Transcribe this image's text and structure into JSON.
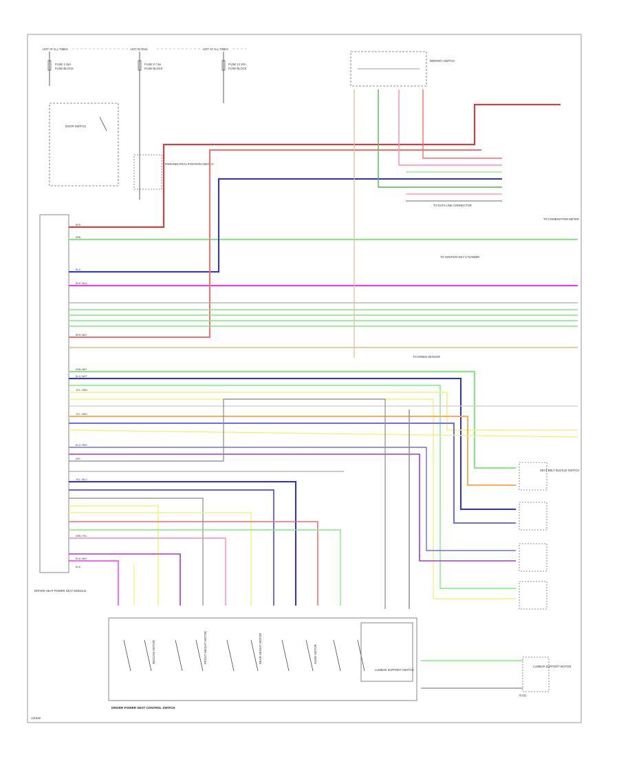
{
  "power": {
    "hot_at_all_times": "HOT AT ALL TIMES",
    "hot_in_run": "HOT IN RUN",
    "hot_at_all_times_2": "HOT AT ALL TIMES"
  },
  "fuses": [
    {
      "label": "FUSE 3 15A",
      "loc": "FUSE BLOCK"
    },
    {
      "label": "FUSE 9 7.5A",
      "loc": "FUSE BLOCK"
    },
    {
      "label": "FUSE 14 20A",
      "loc": "FUSE BLOCK"
    }
  ],
  "labels": {
    "memory_seat_module": "DRIVER SEAT POWER SEAT MODULE",
    "seat_control_switch": "DRIVER POWER SEAT CONTROL SWITCH",
    "lumbar_switch": "LUMBAR SUPPORT SWITCH",
    "lumbar_motor": "LUMBAR SUPPORT MOTOR",
    "seat_belt_switch": "SEAT BELT BUCKLE SWITCH",
    "recline_motor": "RECLINE MOTOR",
    "front_height_motor": "FRONT HEIGHT MOTOR",
    "rear_height_motor": "REAR HEIGHT MOTOR",
    "slide_motor": "SLIDE MOTOR",
    "memory_switch": "MEMORY SWITCH",
    "door_switch": "DOOR SWITCH",
    "park_switch": "PARK/NEUTRAL POSITION SWITCH",
    "junction_1": "TO COMBINATION METER",
    "junction_2": "TO DATA LINK CONNECTOR",
    "junction_3": "TO IGNITION KEY CYLINDER",
    "junction_4": "TO SPEED SENSOR",
    "ground": "G101",
    "code": "131946"
  },
  "wire_colors": {
    "red": "#ff2a2a",
    "blue": "#2a2aff",
    "green": "#7aee7a",
    "magenta": "#ff2aff",
    "yellow": "#f2f27a",
    "orange": "#ffaa33",
    "gray": "#888888",
    "black": "#222222",
    "purple": "#aa33cc",
    "tan": "#ddbb88",
    "pink": "#ff88aa"
  },
  "wire_labels": [
    "RED",
    "BLU",
    "GRN",
    "GRN/WHT",
    "RED/BLK",
    "BLU/WHT",
    "YEL/GRN",
    "YEL/RED",
    "GRY",
    "BLK/WHT",
    "RED/WHT",
    "GRN/YEL",
    "BLU/RED",
    "YEL/BLU",
    "BLK"
  ]
}
